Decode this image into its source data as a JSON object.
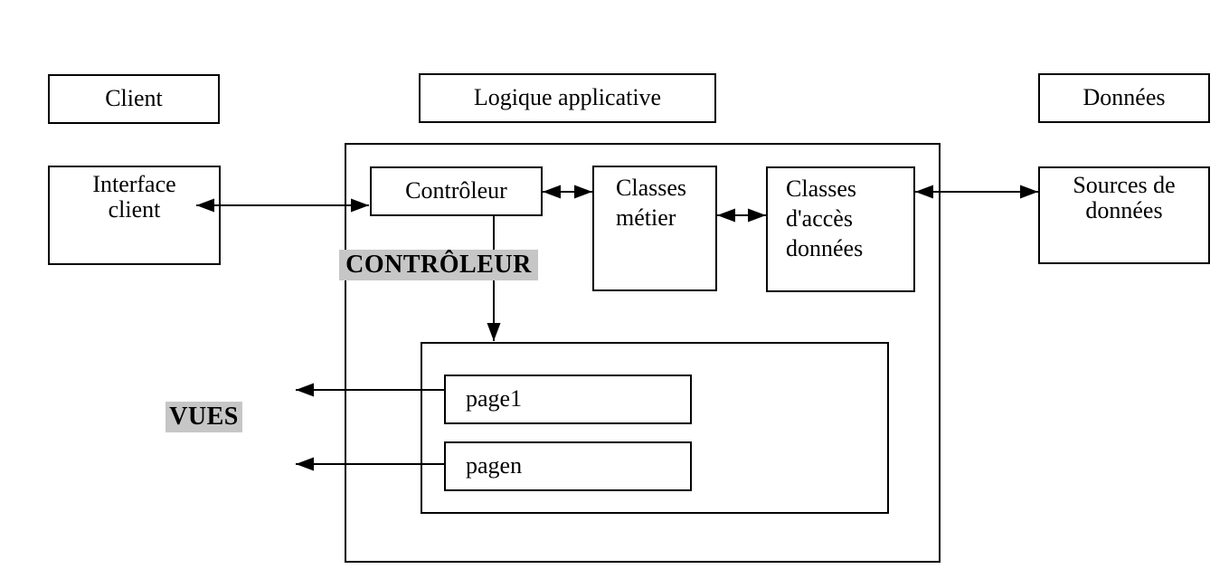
{
  "diagram": {
    "headers": {
      "client": "Client",
      "logique": "Logique applicative",
      "donnees": "Données"
    },
    "boxes": {
      "interface_client": {
        "line1": "Interface",
        "line2": "client"
      },
      "controleur": {
        "label": "Contrôleur"
      },
      "classes_metier": {
        "line1": "Classes",
        "line2": "métier"
      },
      "classes_acces": {
        "line1": "Classes",
        "line2": "d'accès",
        "line3": "données"
      },
      "sources_donnees": {
        "line1": "Sources de",
        "line2": "données"
      },
      "page1": {
        "label": "page1"
      },
      "pagen": {
        "label": "pagen"
      }
    },
    "captions": {
      "controleur": "CONTRÔLEUR",
      "vues": "VUES"
    },
    "colors": {
      "line": "#000000",
      "highlight": "#c6c6c6",
      "background": "#ffffff"
    }
  }
}
